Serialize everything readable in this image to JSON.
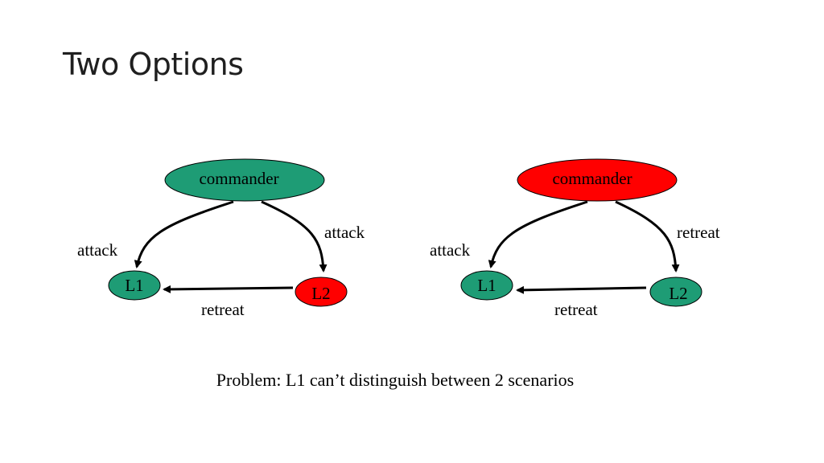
{
  "slide": {
    "title": "Two Options",
    "caption": "Problem: L1 can’t distinguish between 2 scenarios"
  },
  "colors": {
    "loyal": "#1e9c75",
    "traitor": "#ff0000",
    "stroke": "#000000",
    "arrow": "#000000"
  },
  "scenario_a": {
    "commander": {
      "label": "commander",
      "role": "loyal"
    },
    "l1": {
      "label": "L1",
      "role": "loyal"
    },
    "l2": {
      "label": "L2",
      "role": "traitor"
    },
    "edge_commander_l1": "attack",
    "edge_commander_l2": "attack",
    "edge_l2_l1": "retreat"
  },
  "scenario_b": {
    "commander": {
      "label": "commander",
      "role": "traitor"
    },
    "l1": {
      "label": "L1",
      "role": "loyal"
    },
    "l2": {
      "label": "L2",
      "role": "loyal"
    },
    "edge_commander_l1": "attack",
    "edge_commander_l2": "retreat",
    "edge_l2_l1": "retreat"
  }
}
